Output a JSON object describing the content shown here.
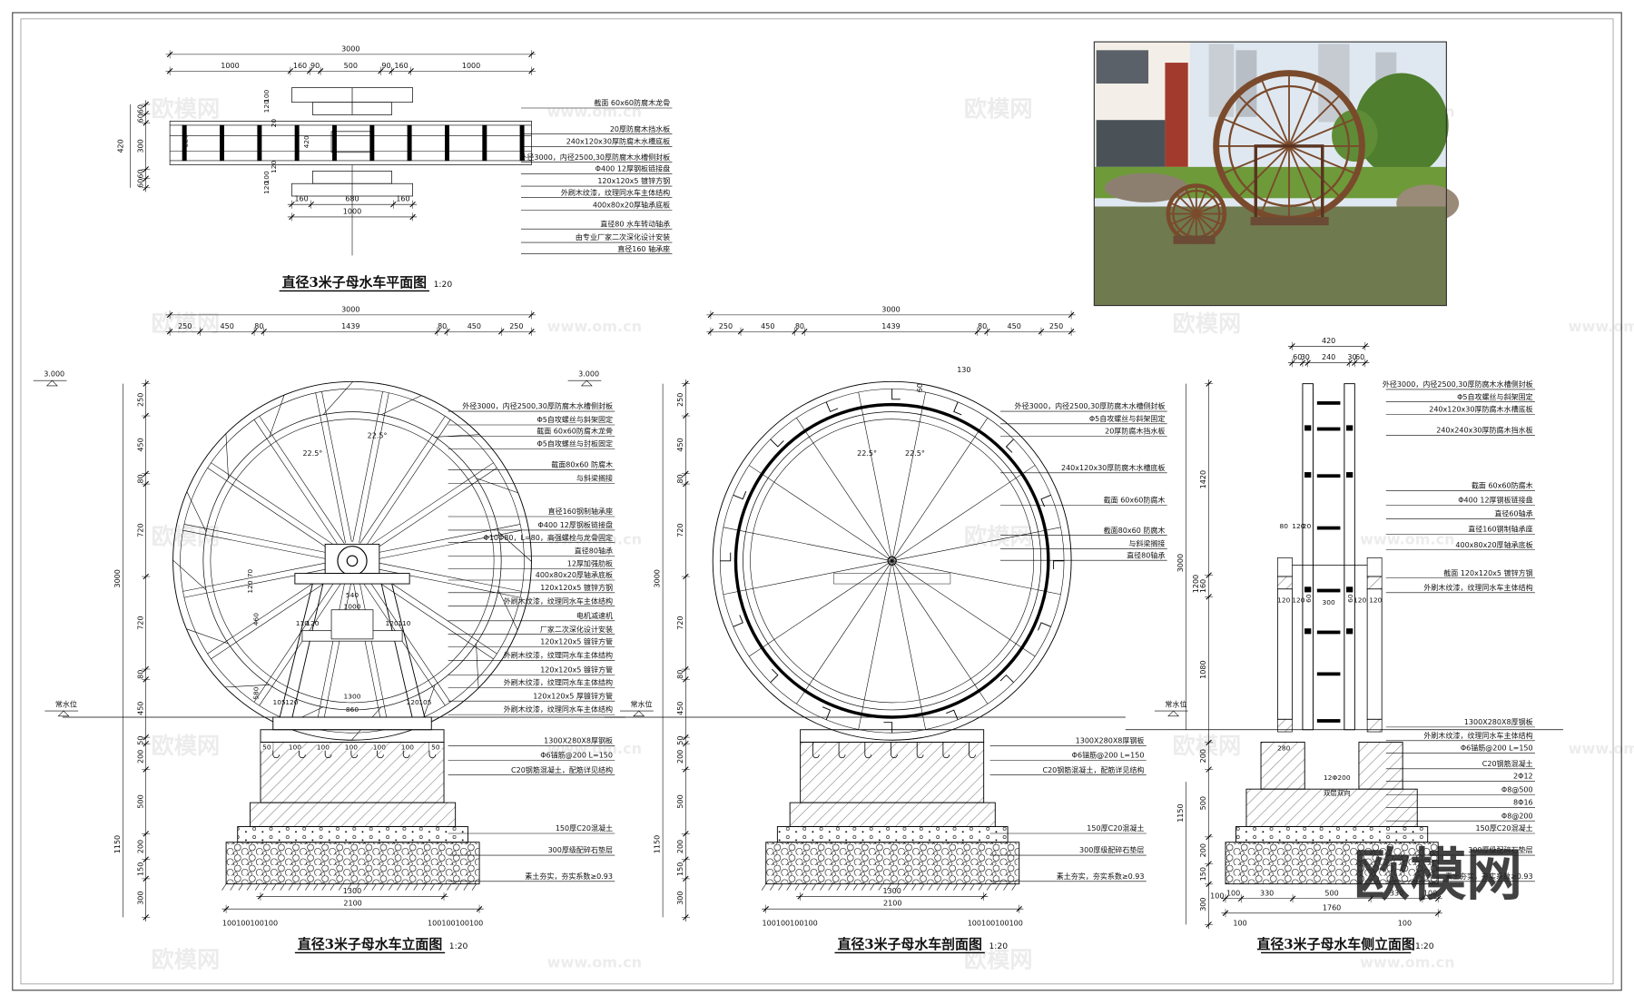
{
  "levels": {
    "top": "3.000",
    "water": "常水位"
  },
  "watermarks": {
    "brand": "欧模网",
    "url": "www.om.cn",
    "big_logo": "欧模网"
  },
  "plan": {
    "title": "直径3米子母水车平面图",
    "scale": "1:20",
    "dim_total": [
      "3000"
    ],
    "dim_chain": [
      "1000",
      "160",
      "90",
      "500",
      "90",
      "160",
      "1000"
    ],
    "dim_left_total": [
      "420"
    ],
    "dim_left": [
      "60",
      "60",
      "300",
      "60",
      "60"
    ],
    "dim_bottom": [
      "160",
      "680",
      "160"
    ],
    "dim_bottom_total": [
      "1000"
    ],
    "inner_labels": [
      "100",
      "120",
      "20",
      "220",
      "420",
      "120",
      "100",
      "120"
    ],
    "notes": [
      "截面 60x60防腐木龙骨",
      "20厚防腐木挡水板",
      "240x120x30厚防腐木水槽底板",
      "外径3000，内径2500,30厚防腐木水槽侧封板",
      "Φ400 12厚钢板链接盘",
      "120x120x5 镀锌方钢",
      "外刷木纹漆，纹理同水车主体结构",
      "400x80x20厚轴承底板",
      "直径80 水车转动轴承",
      "由专业厂家二次深化设计安装",
      "直径160 轴承座"
    ]
  },
  "elevation": {
    "title": "直径3米子母水车立面图",
    "scale": "1:20",
    "dim_total": [
      "3000"
    ],
    "dim_chain": [
      "250",
      "450",
      "80",
      "1439",
      "80",
      "450",
      "250"
    ],
    "dim_vertical": [
      "250",
      "450",
      "80",
      "720",
      "720",
      "80",
      "450",
      "50",
      "200",
      "500",
      "200",
      "150",
      "300"
    ],
    "dim_vertical_totals": [
      "3000",
      "1150"
    ],
    "angles": [
      "22.5°",
      "22.5°"
    ],
    "inner_labels": [
      "540",
      "1000",
      "1300",
      "860",
      "120",
      "70",
      "460",
      "110",
      "120",
      "120",
      "110",
      "105",
      "120",
      "120",
      "105",
      "580"
    ],
    "footing_labels": [
      "50",
      "100",
      "100",
      "100",
      "100",
      "100",
      "50"
    ],
    "dim_bottom": [
      "1300"
    ],
    "dim_bottom_total": [
      "2100"
    ],
    "dim_bottom_left": "100100100100",
    "dim_bottom_right": "100100100100",
    "notes": [
      "外径3000，内径2500,30厚防腐木水槽侧封板",
      "Φ5自攻螺丝与斜架固定",
      "截面 60x60防腐木龙骨",
      "Φ5自攻螺丝与封板固定",
      "截面80x60 防腐木",
      "与斜梁搁接",
      "直径160钢制轴承座",
      "Φ400 12厚钢板链接盘",
      "Φ10Φ80，L=80，高强螺栓与龙骨固定",
      "直径80轴承",
      "12厚加强肋板",
      "400x80x20厚轴承底板",
      "120x120x5 镀锌方钢",
      "外刷木纹漆，纹理同水车主体结构",
      "电机减速机",
      "厂家二次深化设计安装",
      "120x120x5 镀锌方管",
      "外刷木纹漆，纹理同水车主体结构",
      "120x120x5 镀锌方管",
      "外刷木纹漆，纹理同水车主体结构",
      "120x120x5 厚镀锌方管",
      "外刷木纹漆，纹理同水车主体结构"
    ],
    "foundation_notes": [
      "1300X280X8厚钢板",
      "Φ6锚筋@200 L=150",
      "C20钢筋混凝土，配筋详见结构",
      "150厚C20混凝土",
      "300厚级配碎石垫层",
      "素土夯实，夯实系数≥0.93"
    ]
  },
  "section": {
    "title": "直径3米子母水车剖面图",
    "scale": "1:20",
    "dim_total": [
      "3000"
    ],
    "dim_chain": [
      "250",
      "450",
      "80",
      "1439",
      "80",
      "450",
      "250"
    ],
    "dim_vertical": [
      "250",
      "450",
      "80",
      "720",
      "720",
      "80",
      "450",
      "50",
      "200",
      "500",
      "200",
      "150",
      "300"
    ],
    "dim_vertical_totals": [
      "3000",
      "1150"
    ],
    "angles": [
      "22.5°",
      "22.5°"
    ],
    "inner_labels": [
      "130",
      "60"
    ],
    "dim_bottom": [
      "1300"
    ],
    "dim_bottom_total": [
      "2100"
    ],
    "dim_bottom_left": "100100100100",
    "dim_bottom_right": "100100100100",
    "notes": [
      "外径3000，内径2500,30厚防腐木水槽侧封板",
      "Φ5自攻螺丝与斜架固定",
      "20厚防腐木挡水板",
      "240x120x30厚防腐木水槽底板",
      "截面 60x60防腐木",
      "截面80x60 防腐木",
      "与斜梁搁接",
      "直径80轴承"
    ],
    "foundation_notes": [
      "1300X280X8厚钢板",
      "Φ6锚筋@200 L=150",
      "C20钢筋混凝土，配筋详见结构",
      "150厚C20混凝土",
      "300厚级配碎石垫层",
      "素土夯实，夯实系数≥0.93"
    ]
  },
  "side": {
    "title": "直径3米子母水车侧立面图",
    "scale": "1:20",
    "dim_total": [
      "420"
    ],
    "dim_chain": [
      "60",
      "30",
      "240",
      "30",
      "60"
    ],
    "dim_vertical": [
      "1420",
      "160",
      "1080",
      "200",
      "500",
      "200",
      "150",
      "300"
    ],
    "dim_vertical_totals": [
      "3000",
      "1200",
      "1150"
    ],
    "inner_labels": [
      "80",
      "120",
      "20",
      "120",
      "120",
      "60",
      "300",
      "60",
      "120",
      "120",
      "280",
      "12Φ200",
      "双层双向"
    ],
    "dim_bottom": [
      "100",
      "330",
      "500",
      "330",
      "100"
    ],
    "dim_bottom_total": [
      "1760"
    ],
    "dim_bottom_extra": [
      "100",
      "100",
      "100"
    ],
    "notes": [
      "外径3000，内径2500,30厚防腐木水槽侧封板",
      "Φ5自攻螺丝与斜架固定",
      "240x120x30厚防腐木水槽底板",
      "240x240x30厚防腐木挡水板",
      "截面 60x60防腐木",
      "Φ400 12厚钢板链接盘",
      "直径60轴承",
      "直径160钢制轴承座",
      "400x80x20厚轴承底板",
      "截面 120x120x5 镀锌方钢",
      "外刷木纹漆，纹理同水车主体结构",
      "1300X280X8厚钢板",
      "外刷木纹漆，纹理同水车主体结构",
      "Φ6锚筋@200 L=150",
      "C20钢筋混凝土",
      "2Φ12",
      "Φ8@500",
      "8Φ16",
      "Φ8@200",
      "150厚C20混凝土",
      "300厚级配碎石垫层",
      "素土夯实，夯实系数≥0.93"
    ]
  },
  "photo": {
    "wood_color": "#7a4a2c",
    "water_color": "#6f7a4e",
    "grass_color": "#6e9a3a"
  }
}
